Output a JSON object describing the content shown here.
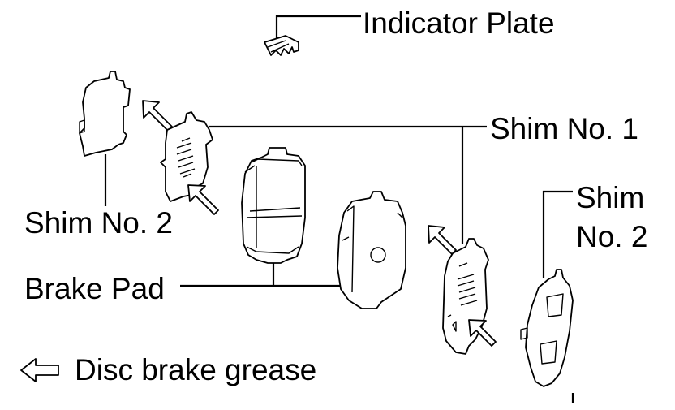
{
  "labels": {
    "indicator_plate": "Indicator Plate",
    "shim_no1": "Shim No. 1",
    "shim_no2_left": "Shim No. 2",
    "shim_no2_right_line1": "Shim",
    "shim_no2_right_line2": "No. 2",
    "brake_pad": "Brake Pad"
  },
  "legend": {
    "icon": "hollow-arrow-left-icon",
    "text": "Disc brake grease"
  }
}
